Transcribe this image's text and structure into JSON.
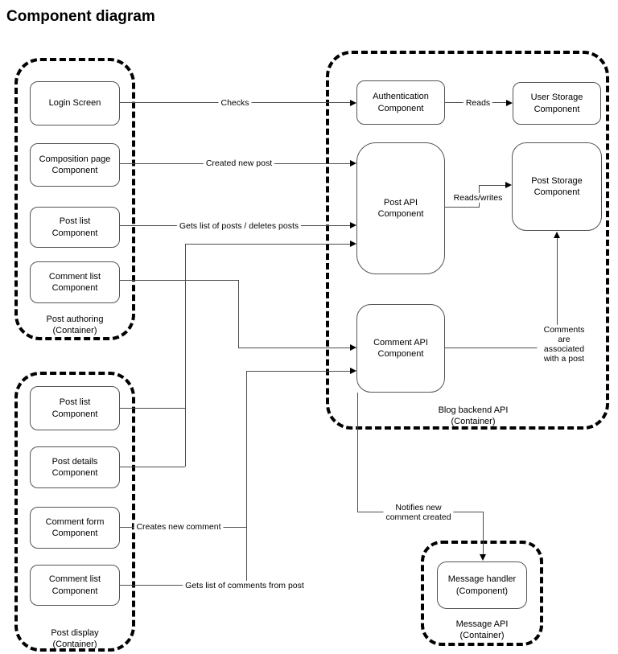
{
  "title": "Component diagram",
  "containers": {
    "post_authoring": {
      "label": "Post authoring\n(Container)"
    },
    "post_display": {
      "label": "Post display\n(Container)"
    },
    "blog_backend": {
      "label": "Blog backend API\n(Container)"
    },
    "message_api": {
      "label": "Message API\n(Container)"
    }
  },
  "components": {
    "login_screen": {
      "label": "Login Screen"
    },
    "composition_page": {
      "label": "Composition page\nComponent"
    },
    "post_list_authoring": {
      "label": "Post list\nComponent"
    },
    "comment_list_authoring": {
      "label": "Comment list\nComponent"
    },
    "post_list_display": {
      "label": "Post list\nComponent"
    },
    "post_details": {
      "label": "Post details\nComponent"
    },
    "comment_form": {
      "label": "Comment form\nComponent"
    },
    "comment_list_display": {
      "label": "Comment list\nComponent"
    },
    "authentication": {
      "label": "Authentication\nComponent"
    },
    "user_storage": {
      "label": "User Storage\nComponent"
    },
    "post_api": {
      "label": "Post API\nComponent"
    },
    "post_storage": {
      "label": "Post Storage\nComponent"
    },
    "comment_api": {
      "label": "Comment API\nComponent"
    },
    "message_handler": {
      "label": "Message handler\n(Component)"
    }
  },
  "edge_labels": {
    "checks": "Checks",
    "reads": "Reads",
    "created_new_post": "Created new post",
    "gets_posts": "Gets list of posts / deletes posts",
    "reads_writes": "Reads/writes",
    "comments_associated": "Comments are\nassociated with a post",
    "creates_new_comment": "Creates new comment",
    "gets_comments": "Gets list of comments from post",
    "notifies": "Notifies new\ncomment created"
  },
  "colors": {
    "background": "#ffffff",
    "container_border": "#000000",
    "box_border": "#545454",
    "edge_line": "#4d4d4d",
    "arrowhead": "#000000",
    "text": "#000000"
  }
}
